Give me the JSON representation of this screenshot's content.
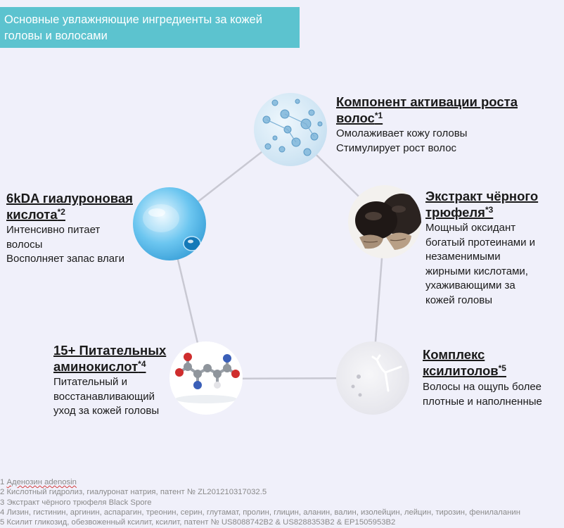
{
  "header": {
    "title": "Основные увлажняющие ингредиенты за кожей головы и волосами"
  },
  "ingredients": [
    {
      "title": "Компонент активации роста волос",
      "ref": "*1",
      "lines": [
        "Омолаживает кожу головы",
        "Стимулирует рост волос"
      ],
      "icon": "water-bubbles-image"
    },
    {
      "title": "Экстракт чёрного трюфеля",
      "ref": "*3",
      "lines": [
        "Мощный оксидант",
        "богатый протеинами и",
        "незаменимыми",
        "жирными кислотами,",
        "ухаживающими за",
        "кожей головы"
      ],
      "icon": "black-truffle-image"
    },
    {
      "title": "Комплекс ксилитолов",
      "ref": "*5",
      "lines": [
        "Волосы на ощупь более",
        "плотные и наполненные"
      ],
      "icon": "xylitol-molecule-image"
    },
    {
      "title": "15+ Питательных аминокислот",
      "ref": "*4",
      "lines": [
        "Питательный и",
        "восстанавливающий",
        "уход за кожей головы"
      ],
      "icon": "amino-acid-molecule-image"
    },
    {
      "title": "6kDA гиалуроновая кислота",
      "ref": "*2",
      "lines": [
        "Интенсивно питает",
        "волосы",
        "Восполняет запас влаги"
      ],
      "icon": "hyaluronic-droplet-image"
    }
  ],
  "footnotes": [
    {
      "num": "1",
      "text": "Аденозин adenosin"
    },
    {
      "num": "2",
      "text": "Кислотный гидролиз, гиалуронат натрия, патент № ZL201210317032.5"
    },
    {
      "num": "3",
      "text": "Экстракт чёрного трюфеля Black Spore"
    },
    {
      "num": "4",
      "text": "Лизин, гистинин, аргинин, аспарагин, треонин, серин, глутамат, пролин, глицин, аланин, валин, изолейцин, лейцин, тирозин,  фенилаланин"
    },
    {
      "num": "5",
      "text": "Ксилит гликозид, обезвоженный ксилит, ксилит, патент № US8088742B2 & US8288353B2 & EP1505953B2"
    }
  ],
  "colors": {
    "header_bg": "#5cc3cf",
    "connector": "#c8c8d2",
    "background": "#f0f0fa"
  }
}
